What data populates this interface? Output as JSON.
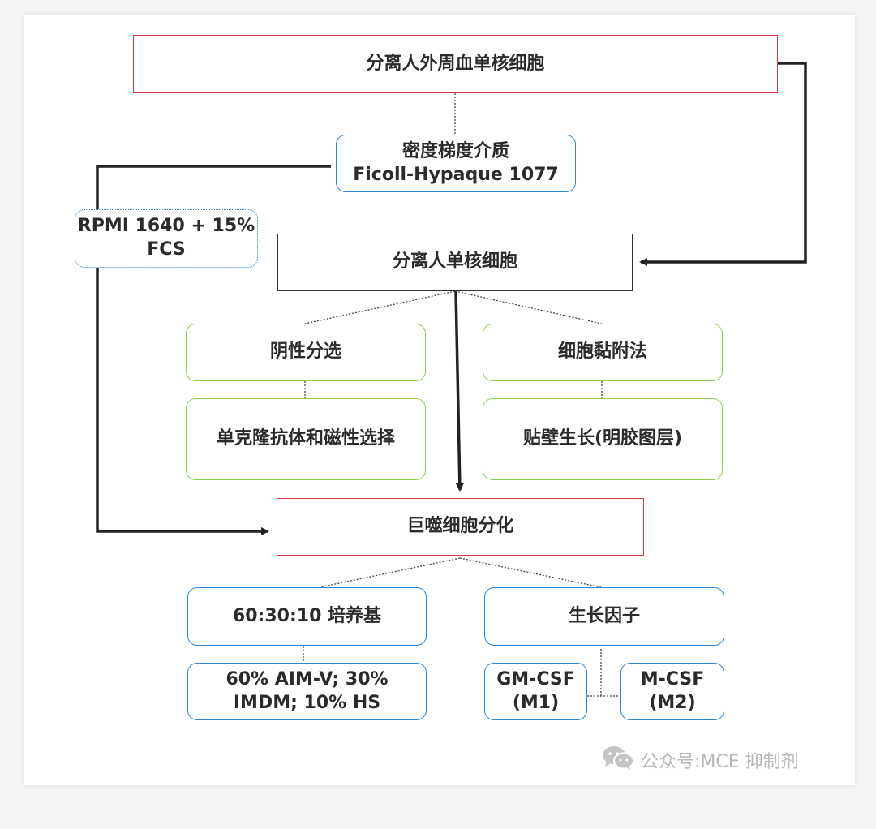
{
  "nodes": {
    "isolate_pbmc": "分离人外周血单核细胞",
    "density_title": "密度梯度介质",
    "density_sub": "Ficoll-Hypaque 1077",
    "medium_line1": "RPMI 1640 + 15%",
    "medium_line2": "FCS",
    "isolate_mono": "分离人单核细胞",
    "negative_selection": "阴性分选",
    "antibody_magnetic": "单克隆抗体和磁性选择",
    "adhesion": "细胞黏附法",
    "adherent_growth": "贴壁生长(明胶图层)",
    "macrophage_diff": "巨噬细胞分化",
    "medium_603010": "60:30:10 培养基",
    "medium_comp_line1": "60% AIM-V; 30%",
    "medium_comp_line2": "IMDM; 10% HS",
    "growth_factor": "生长因子",
    "gmcsf_line1": "GM-CSF",
    "gmcsf_line2": "(M1)",
    "mcsf_line1": "M-CSF",
    "mcsf_line2": "(M2)"
  },
  "watermark": {
    "text": "公众号:MCE 抑制剂",
    "icon": "wechat-icon"
  },
  "colors": {
    "red_border": "#d6363c",
    "blue_border": "#2e86d8",
    "green_border": "#8fd14f",
    "black_border": "#333333",
    "arrow": "#222222",
    "text": "#2b2b2b"
  }
}
